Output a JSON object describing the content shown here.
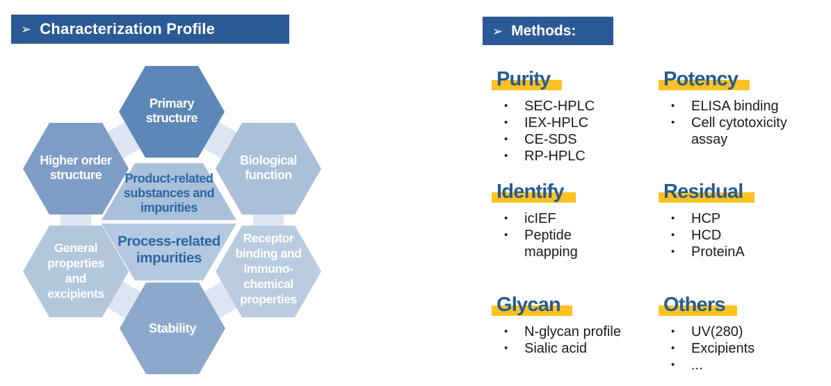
{
  "colors": {
    "banner_blue": "#2B5A96",
    "heading_blue": "#275B92",
    "highlight_yellow": "#FFC222",
    "text_black": "#1a1a1a",
    "ring_light": "#DCE5F0",
    "center_text_blue": "#2B67A5",
    "white": "#ffffff"
  },
  "left_panel": {
    "arrow": "➢",
    "title": "Characterization Profile"
  },
  "right_panel": {
    "arrow": "➢",
    "title": "Methods:",
    "bullet_char": "•",
    "sections": [
      {
        "id": "purity",
        "heading": "Purity",
        "items": [
          "SEC-HPLC",
          "IEX-HPLC",
          "CE-SDS",
          "RP-HPLC"
        ]
      },
      {
        "id": "potency",
        "heading": "Potency",
        "items": [
          "ELISA binding",
          "Cell cytotoxicity assay"
        ]
      },
      {
        "id": "identify",
        "heading": "Identify",
        "items": [
          "icIEF",
          "Peptide mapping"
        ]
      },
      {
        "id": "residual",
        "heading": "Residual",
        "items": [
          "HCP",
          "HCD",
          "ProteinA"
        ]
      },
      {
        "id": "glycan",
        "heading": "Glycan",
        "items": [
          "N-glycan profile",
          "Sialic acid"
        ]
      },
      {
        "id": "others",
        "heading": "Others",
        "items": [
          "UV(280)",
          "Excipients",
          "..."
        ]
      }
    ]
  },
  "diagram": {
    "hexagons": [
      {
        "id": "primary-structure",
        "lines": [
          "Primary",
          "structure"
        ],
        "fill": "#5C87B6"
      },
      {
        "id": "higher-order-structure",
        "lines": [
          "Higher order",
          "structure"
        ],
        "fill": "#7E9DC6"
      },
      {
        "id": "biological-function",
        "lines": [
          "Biological",
          "function"
        ],
        "fill": "#AABFD8"
      },
      {
        "id": "general-properties-excipients",
        "lines": [
          "General",
          "properties",
          "and",
          "excipients"
        ],
        "fill": "#B2C6DC"
      },
      {
        "id": "receptor-binding-properties",
        "lines": [
          "Receptor",
          "binding and",
          "immuno-",
          "chemical",
          "properties"
        ],
        "fill": "#B9CBDF"
      },
      {
        "id": "stability",
        "lines": [
          "Stability"
        ],
        "fill": "#8CA9CC"
      }
    ],
    "center": {
      "top": {
        "id": "product-related-substances-and-impurities",
        "lines": [
          "Product-related",
          "substances and",
          "impurities"
        ],
        "fill": "#A9C0DA"
      },
      "bottom": {
        "id": "process-related-impurities",
        "lines": [
          "Process-related",
          "impurities"
        ],
        "fill": "#B4C9DF"
      }
    }
  }
}
